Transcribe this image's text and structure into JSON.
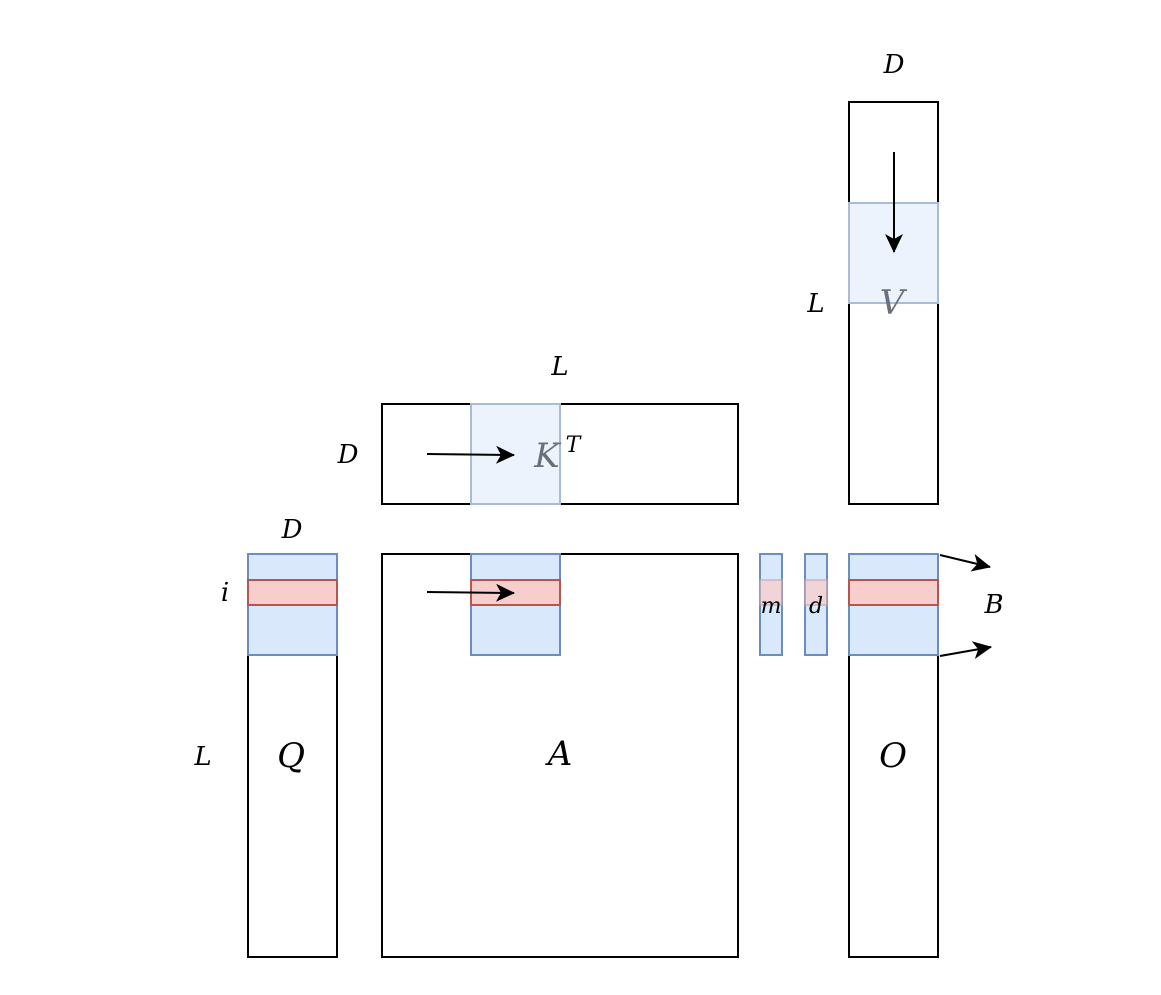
{
  "labels": {
    "q_dim_top": "D",
    "q_row_index": "i",
    "q_dim_side": "L",
    "q_name": "Q",
    "k_dim_top": "L",
    "k_dim_side": "D",
    "k_name": "K",
    "k_superscript": "T",
    "a_name": "A",
    "m_name": "m",
    "d_name": "d",
    "v_dim_top": "D",
    "v_dim_side": "L",
    "v_name": "V",
    "o_name": "O",
    "block_label": "B"
  },
  "colors": {
    "matrix_border": "#000000",
    "block_fill": "#dae8fc",
    "block_border": "#6c8ebf",
    "row_fill": "#f8cecc",
    "row_border": "#b85450",
    "faded_block_fill": "#ecf3fd",
    "faded_block_border": "#a8bcd8",
    "arrow": "#000000"
  }
}
